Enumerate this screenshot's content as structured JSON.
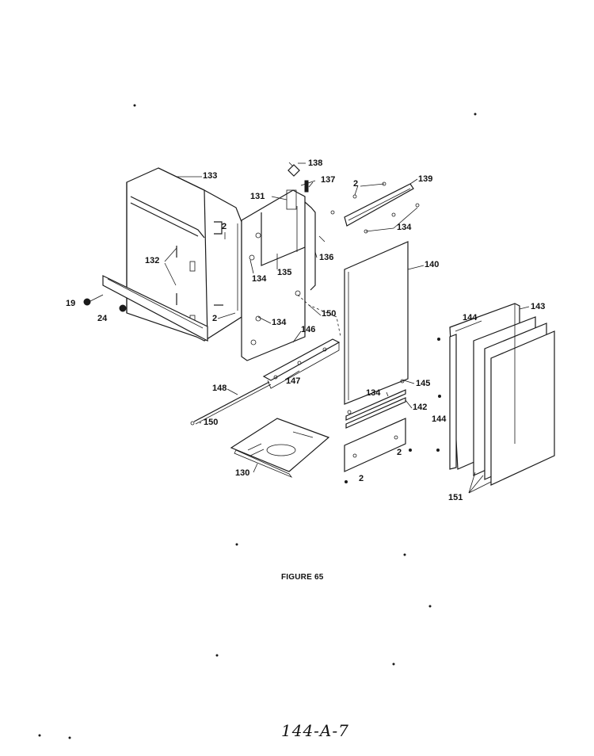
{
  "figure": {
    "caption": "FIGURE 65",
    "page_mark": "144-A-7"
  },
  "callouts": {
    "c133": "133",
    "c132": "132",
    "c19": "19",
    "c24": "24",
    "c2_left": "2",
    "c2_mid": "2",
    "c131": "131",
    "c138": "138",
    "c137": "137",
    "c134_a": "134",
    "c135": "135",
    "c136": "136",
    "c134_b": "134",
    "c146": "146",
    "c150_top": "150",
    "c147": "147",
    "c148": "148",
    "c150_bottom": "150",
    "c130": "130",
    "c2_top_right": "2",
    "c139": "139",
    "c134_c": "134",
    "c140": "140",
    "c145": "145",
    "c134_d": "134",
    "c142": "142",
    "c2_r1": "2",
    "c2_r2": "2",
    "c144_top": "144",
    "c143": "143",
    "c144_side": "144",
    "c151": "151"
  }
}
